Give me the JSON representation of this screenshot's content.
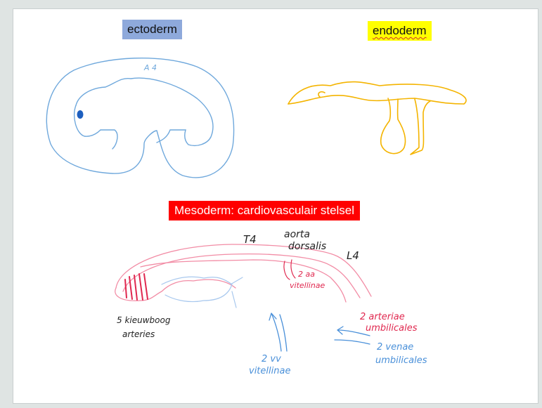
{
  "labels": {
    "ectoderm": "ectoderm",
    "endoderm": "endoderm",
    "mesoderm": "Mesoderm: cardiovasculair stelsel"
  },
  "annotations": {
    "ecto_a4": "A 4",
    "t4": "T4",
    "aorta_line1": "aorta",
    "aorta_line2": "dorsalis",
    "l4": "L4",
    "aa_line1": "2 aa",
    "aa_line2": "vitellinae",
    "arteriae_line1": "2 arteriae",
    "arteriae_line2": "umbilicales",
    "venae_line1": "2 venae",
    "venae_line2": "umbilicales",
    "vv_line1": "2 vv",
    "vv_line2": "vitellinae",
    "kieuw_line1": "5 kieuwboog",
    "kieuw_line2": "arteries"
  },
  "colors": {
    "ecto_stroke": "#6fa8dc",
    "endo_stroke": "#f4b400",
    "meso_pink": "#f28ca5",
    "meso_red": "#e0284f",
    "blue_arrow": "#4a90d9",
    "ink": "#222222"
  }
}
